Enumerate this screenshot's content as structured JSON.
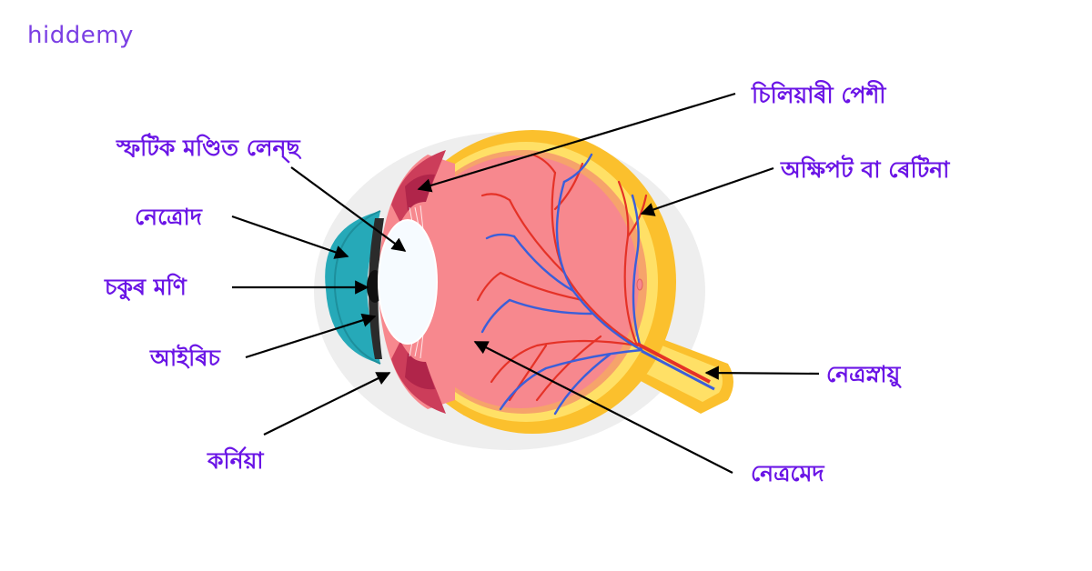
{
  "brand": {
    "name": "hiddemy"
  },
  "colors": {
    "label": "#6a14e6",
    "brand": "#7b3fe4",
    "sclera_outer": "#fbc02d",
    "retina": "#ffe066",
    "vitreous": "#f7888e",
    "cornea": "#26a9b8",
    "lens": "#f6fbff",
    "vein": "#3b5fd9",
    "artery": "#e53227"
  },
  "labels": {
    "ciliary_muscle": "চিলিয়াৰী পেশী",
    "crystalline_lens": "স্ফটিক মণ্ডিত লেন্‌ছ",
    "retina": "অক্ষিপট বা ৰেটিনা",
    "aqueous_humor": "নেত্ৰোদ",
    "pupil": "চকুৰ মণি",
    "iris": "আইৰিচ",
    "optic_nerve": "নেত্ৰস্নায়ু",
    "cornea": "কৰ্নিয়া",
    "vitreous_humor": "নেত্ৰমেদ"
  }
}
